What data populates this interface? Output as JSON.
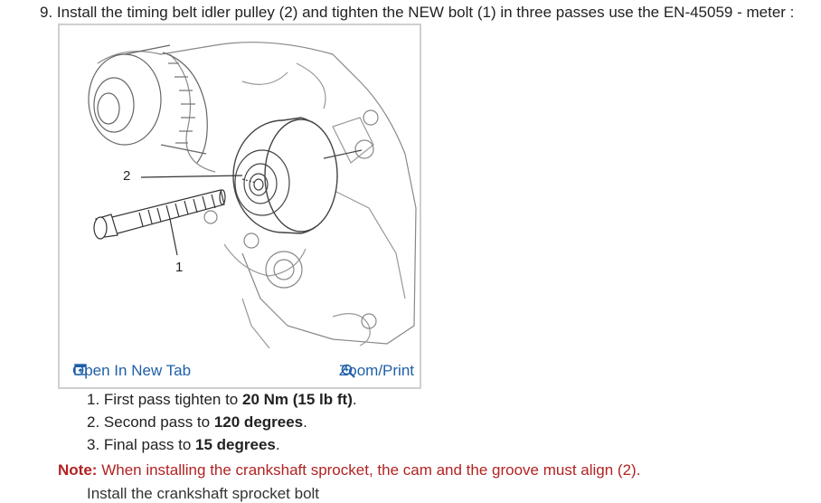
{
  "step": {
    "number": "9.",
    "text": "Install the timing belt idler pulley (2) and tighten the NEW bolt (1) in three passes use the EN-45059 - meter :"
  },
  "figure": {
    "label_1": "1",
    "label_2": "2",
    "open_tab": "Open In New Tab",
    "zoom_print": "Zoom/Print",
    "link_color": "#1f5fa8"
  },
  "passes": [
    {
      "num": "1.",
      "text": "First pass tighten to ",
      "value": "20 Nm (15 lb ft)",
      "end": "."
    },
    {
      "num": "2.",
      "text": "Second pass to ",
      "value": "120 degrees",
      "end": "."
    },
    {
      "num": "3.",
      "text": "Final pass to ",
      "value": "15 degrees",
      "end": "."
    }
  ],
  "note": {
    "label": "Note:",
    "text": "When installing the crankshaft sprocket, the cam and the groove must align (2).",
    "color": "#b22222"
  },
  "next_line": "Install the crankshaft sprocket bolt"
}
